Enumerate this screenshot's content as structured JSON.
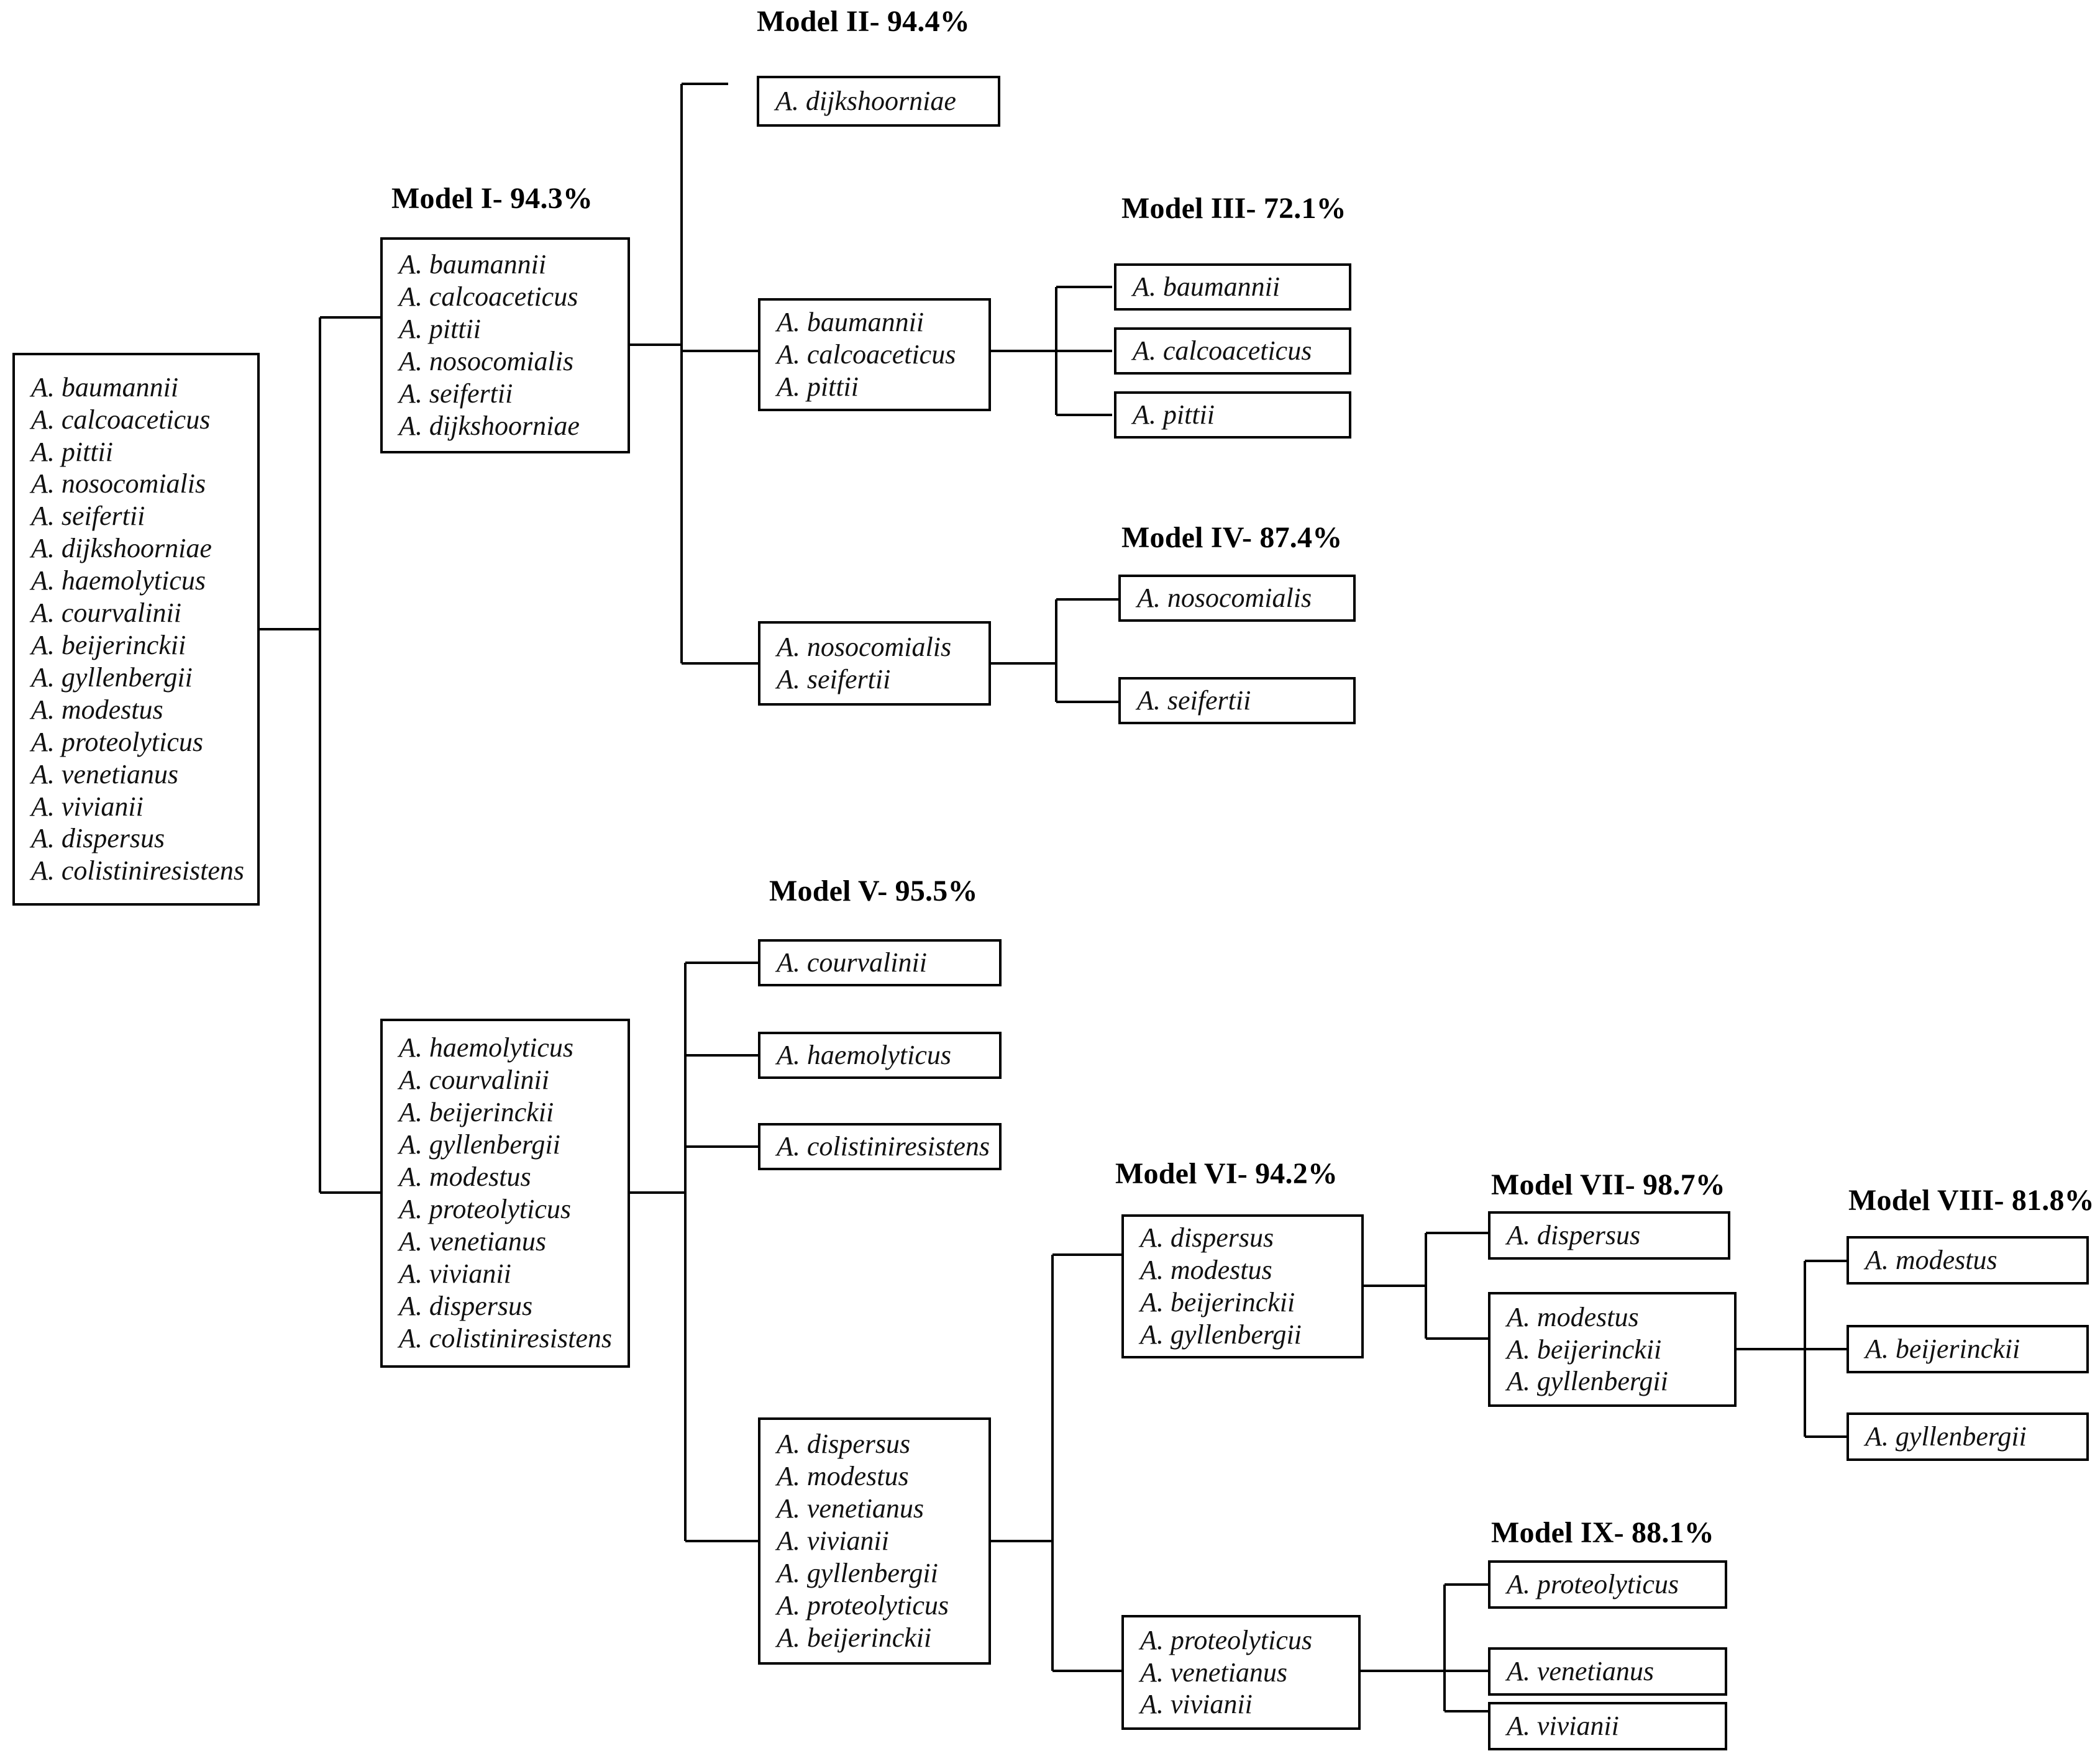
{
  "figure": {
    "kind": "hierarchical-classification-tree",
    "genus_abbrev": "A.",
    "models": [
      {
        "id": "I",
        "label": "Model I- 94.3%",
        "name": "Model I",
        "accuracy": "94.3%"
      },
      {
        "id": "II",
        "label": "Model II- 94.4%",
        "name": "Model II",
        "accuracy": "94.4%"
      },
      {
        "id": "III",
        "label": "Model III- 72.1%",
        "name": "Model III",
        "accuracy": "72.1%"
      },
      {
        "id": "IV",
        "label": "Model IV- 87.4%",
        "name": "Model IV",
        "accuracy": "87.4%"
      },
      {
        "id": "V",
        "label": "Model V- 95.5%",
        "name": "Model V",
        "accuracy": "95.5%"
      },
      {
        "id": "VI",
        "label": "Model VI- 94.2%",
        "name": "Model VI",
        "accuracy": "94.2%"
      },
      {
        "id": "VII",
        "label": "Model VII- 98.7%",
        "name": "Model VII",
        "accuracy": "98.7%"
      },
      {
        "id": "VIII",
        "label": "Model VIII- 81.8%",
        "name": "Model VIII",
        "accuracy": "81.8%"
      },
      {
        "id": "IX",
        "label": "Model IX- 88.1%",
        "name": "Model IX",
        "accuracy": "88.1%"
      }
    ]
  },
  "nodes": {
    "root": {
      "species": [
        "A. baumannii",
        "A. calcoaceticus",
        "A. pittii",
        "A. nosocomialis",
        "A. seifertii",
        "A. dijkshoorniae",
        "A. haemolyticus",
        "A. courvalinii",
        "A. beijerinckii",
        "A. gyllenbergii",
        "A. modestus",
        "A. proteolyticus",
        "A. venetianus",
        "A. vivianii",
        "A. dispersus",
        "A. colistiniresistens"
      ]
    },
    "model1_group": {
      "species": [
        "A. baumannii",
        "A. calcoaceticus",
        "A. pittii",
        "A. nosocomialis",
        "A. seifertii",
        "A. dijkshoorniae"
      ]
    },
    "dijkshoorniae_leaf": {
      "species": [
        "A. dijkshoorniae"
      ]
    },
    "bcp_group": {
      "species": [
        "A. baumannii",
        "A. calcoaceticus",
        "A. pittii"
      ]
    },
    "baumannii_leaf": {
      "species": [
        "A. baumannii"
      ]
    },
    "calcoaceticus_leaf": {
      "species": [
        "A. calcoaceticus"
      ]
    },
    "pittii_leaf": {
      "species": [
        "A. pittii"
      ]
    },
    "nososeif_group": {
      "species": [
        "A. nosocomialis",
        "A. seifertii"
      ]
    },
    "nosocomialis_leaf": {
      "species": [
        "A. nosocomialis"
      ]
    },
    "seifertii_leaf": {
      "species": [
        "A. seifertii"
      ]
    },
    "model5_group": {
      "species": [
        "A. haemolyticus",
        "A. courvalinii",
        "A. beijerinckii",
        "A. gyllenbergii",
        "A. modestus",
        "A. proteolyticus",
        "A. venetianus",
        "A. vivianii",
        "A. dispersus",
        "A. colistiniresistens"
      ]
    },
    "courvalinii_leaf": {
      "species": [
        "A. courvalinii"
      ]
    },
    "haemolyticus_leaf": {
      "species": [
        "A. haemolyticus"
      ]
    },
    "colistiniresistens_leaf": {
      "species": [
        "A. colistiniresistens"
      ]
    },
    "seven_group": {
      "species": [
        "A. dispersus",
        "A. modestus",
        "A. venetianus",
        "A. vivianii",
        "A. gyllenbergii",
        "A. proteolyticus",
        "A. beijerinckii"
      ]
    },
    "model6_group": {
      "species": [
        "A. dispersus",
        "A. modestus",
        "A. beijerinckii",
        "A. gyllenbergii"
      ]
    },
    "dispersus_leaf": {
      "species": [
        "A. dispersus"
      ]
    },
    "mbg_group": {
      "species": [
        "A. modestus",
        "A. beijerinckii",
        "A. gyllenbergii"
      ]
    },
    "modestus_leaf": {
      "species": [
        "A. modestus"
      ]
    },
    "beijerinckii_leaf": {
      "species": [
        "A. beijerinckii"
      ]
    },
    "gyllenbergii_leaf": {
      "species": [
        "A. gyllenbergii"
      ]
    },
    "pvv_group": {
      "species": [
        "A. proteolyticus",
        "A. venetianus",
        "A. vivianii"
      ]
    },
    "proteolyticus_leaf": {
      "species": [
        "A. proteolyticus"
      ]
    },
    "venetianus_leaf": {
      "species": [
        "A. venetianus"
      ]
    },
    "vivianii_leaf": {
      "species": [
        "A. vivianii"
      ]
    }
  },
  "colors": {
    "stroke": "#000000",
    "text": "#111111",
    "background": "#ffffff"
  }
}
